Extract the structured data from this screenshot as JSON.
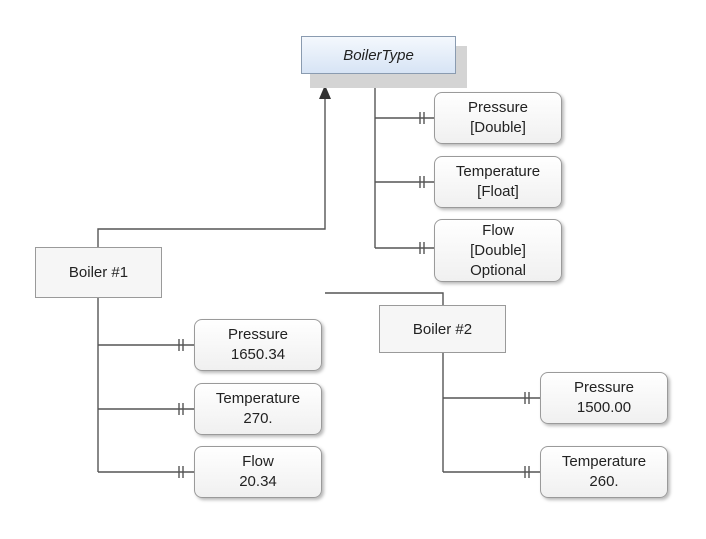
{
  "type_node": {
    "label": "BoilerType"
  },
  "type_properties": [
    {
      "name": "Pressure",
      "datatype": "[Double]",
      "modifier": ""
    },
    {
      "name": "Temperature",
      "datatype": "[Float]",
      "modifier": ""
    },
    {
      "name": "Flow",
      "datatype": "[Double]",
      "modifier": "Optional"
    }
  ],
  "boiler1": {
    "label": "Boiler #1",
    "values": [
      {
        "name": "Pressure",
        "value": "1650.34"
      },
      {
        "name": "Temperature",
        "value": "270."
      },
      {
        "name": "Flow",
        "value": "20.34"
      }
    ]
  },
  "boiler2": {
    "label": "Boiler #2",
    "values": [
      {
        "name": "Pressure",
        "value": "1500.00"
      },
      {
        "name": "Temperature",
        "value": "260."
      }
    ]
  },
  "colors": {
    "line": "#555555",
    "type_fill": "#dde8f6",
    "box_border": "#9a9a9a"
  }
}
